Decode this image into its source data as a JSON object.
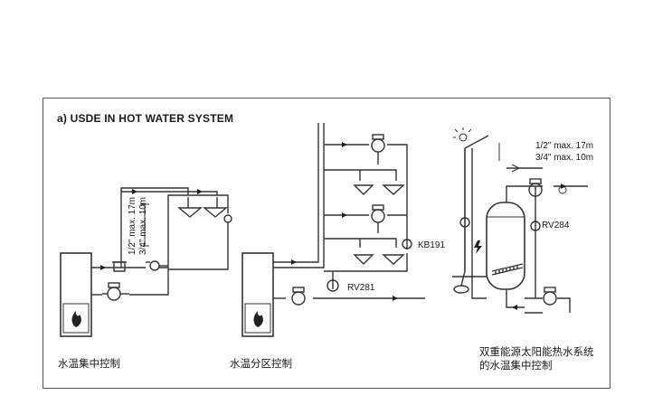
{
  "heading": "a) USDE IN HOT WATER SYSTEM",
  "captions": {
    "system1": "水温集中控制",
    "system2": "水温分区控制",
    "system3_line1": "双重能源太阳能热水系统",
    "system3_line2": "的水温集中控制"
  },
  "labels": {
    "rv281": "RV281",
    "kb191": "KB191",
    "rv284": "RV284",
    "pipe_half_1": "1/2\" max. 17m",
    "pipe_threequarter_1": "3/4\" max. 10m",
    "pipe_half_2": "1/2\" max. 17m",
    "pipe_threequarter_2": "3/4\" max. 10m"
  },
  "icons": [
    "flame-icon",
    "sun-icon",
    "lightning-icon",
    "thermometer-icon"
  ],
  "colors": {
    "line": "#333333",
    "frame": "#555555",
    "background": "#ffffff"
  }
}
